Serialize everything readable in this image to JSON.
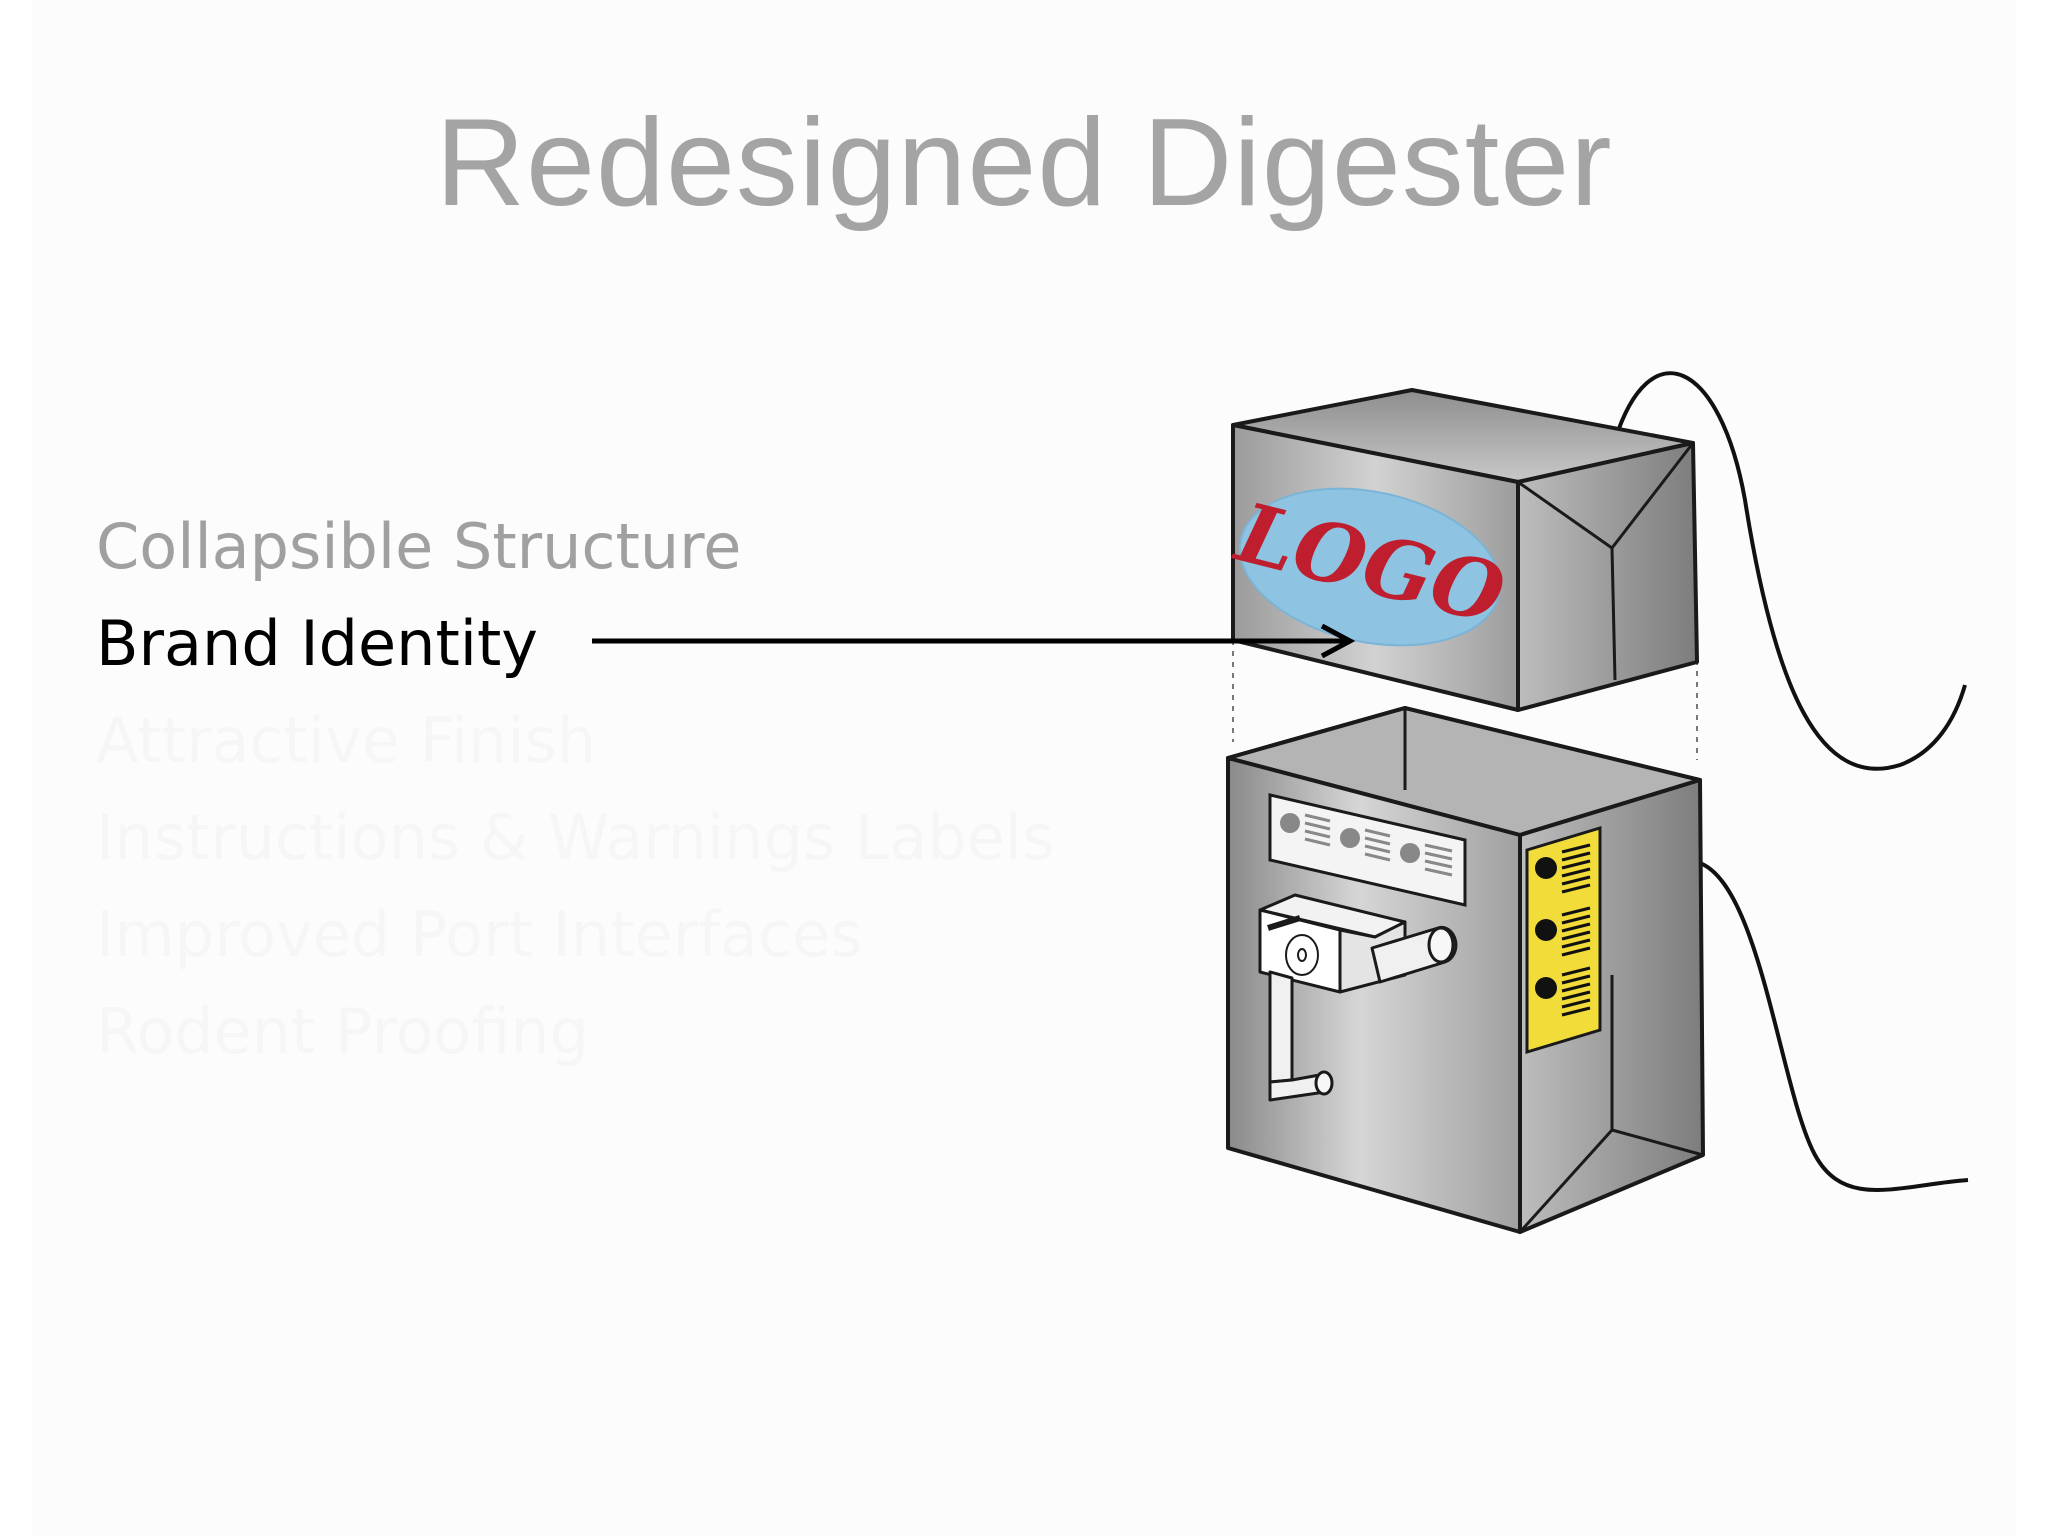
{
  "slide": {
    "title": "Redesigned Digester",
    "bullets": [
      {
        "text": "Collapsible Structure",
        "state": "dim"
      },
      {
        "text": "Brand Identity",
        "state": "active"
      },
      {
        "text": "Attractive Finish",
        "state": "hidden"
      },
      {
        "text": "Instructions & Warnings Labels",
        "state": "hidden"
      },
      {
        "text": "Improved Port Interfaces",
        "state": "hidden"
      },
      {
        "text": "Rodent Proofing",
        "state": "hidden"
      }
    ]
  },
  "illustration": {
    "logo_text": "LOGO",
    "colors": {
      "logo_oval": "#8ec4e2",
      "logo_text": "#bf1e2e",
      "label_panel": "#f2dc3a",
      "box_metal": "#9a9a9a",
      "outline": "#1a1a1a"
    }
  }
}
